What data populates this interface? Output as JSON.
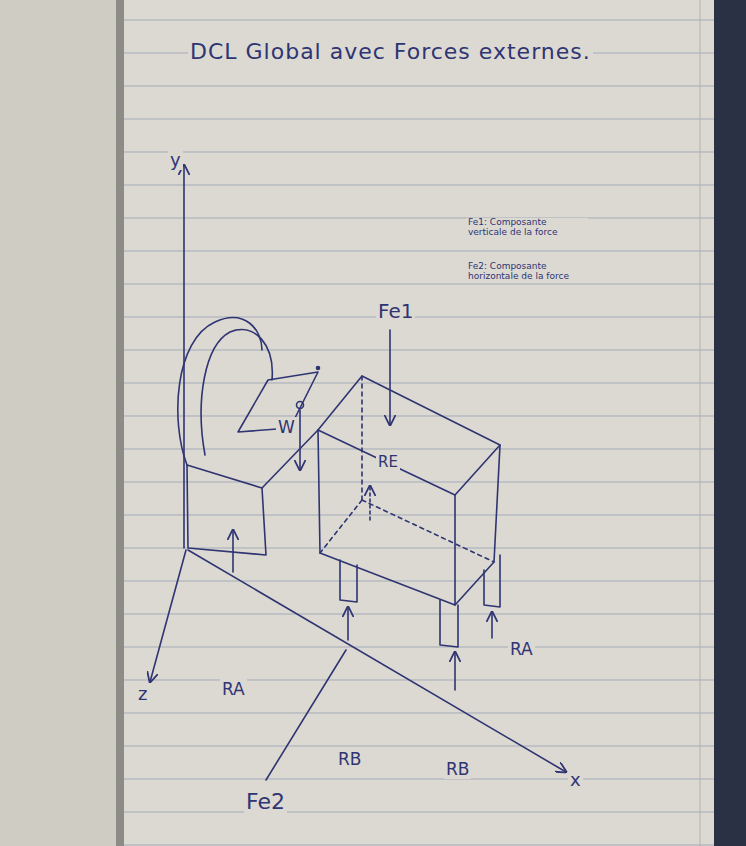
{
  "diagram": {
    "title": "DCL Global avec Forces externes.",
    "labels": [
      "y",
      "z",
      "x",
      "Fe1",
      "Fe1: Composante verticale de la force",
      "Fe2: Composante horizontale de la force",
      "W",
      "RA",
      "RE",
      "RB",
      "RB",
      "RA",
      "Fe2"
    ]
  }
}
